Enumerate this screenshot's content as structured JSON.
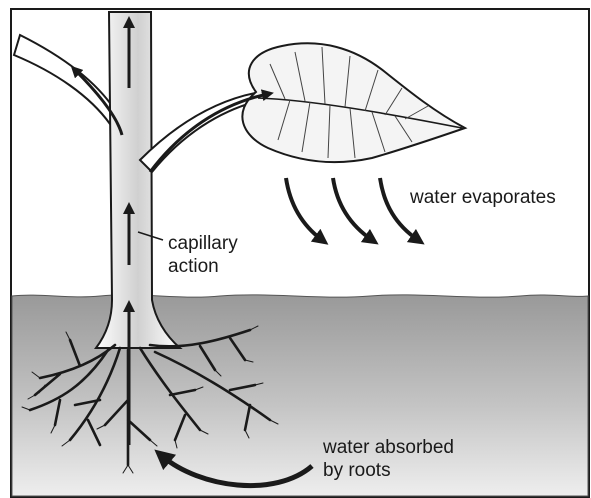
{
  "labels": {
    "water_evaporates": "water evaporates",
    "capillary_line1": "capillary",
    "capillary_line2": "action",
    "absorbed_line1": "water absorbed",
    "absorbed_line2": "by roots"
  },
  "colors": {
    "outline": "#1a1a1a",
    "soil_top": "#9a9a9a",
    "soil_bottom": "#e4e4e4",
    "stem_shade": "#cfcfcf",
    "leaf_fill": "#f4f4f4"
  }
}
